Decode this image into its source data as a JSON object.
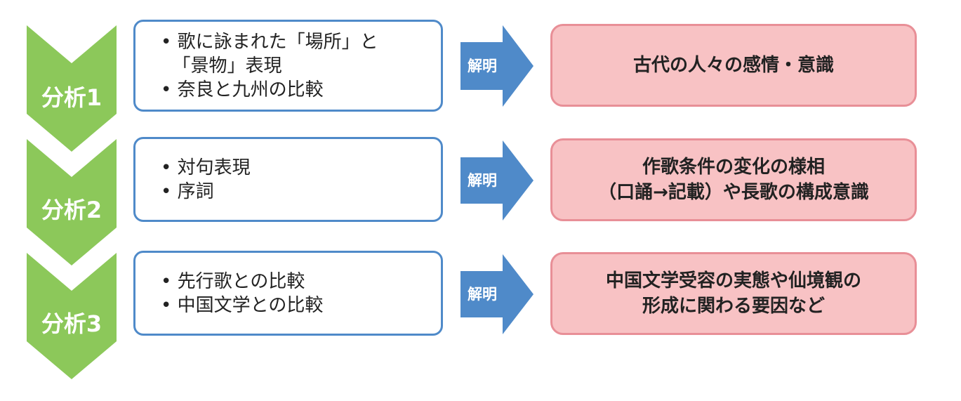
{
  "colors": {
    "chevron": "#8cc85a",
    "arrow": "#4f8ac9",
    "detail_border": "#4f8ac9",
    "result_fill": "#f8c2c4",
    "result_border": "#e88f97"
  },
  "rows": [
    {
      "step_label": "分析1",
      "details": [
        "• 歌に詠まれた「場所」と",
        "  「景物」表現",
        "• 奈良と九州の比較"
      ],
      "arrow_label": "解明",
      "result": [
        "古代の人々の感情・意識"
      ]
    },
    {
      "step_label": "分析2",
      "details": [
        "• 対句表現",
        "• 序詞"
      ],
      "arrow_label": "解明",
      "result": [
        "作歌条件の変化の様相",
        "（口誦→記載）や長歌の構成意識"
      ]
    },
    {
      "step_label": "分析3",
      "details": [
        "• 先行歌との比較",
        "• 中国文学との比較"
      ],
      "arrow_label": "解明",
      "result": [
        "中国文学受容の実態や仙境観の",
        "形成に関わる要因など"
      ]
    }
  ]
}
